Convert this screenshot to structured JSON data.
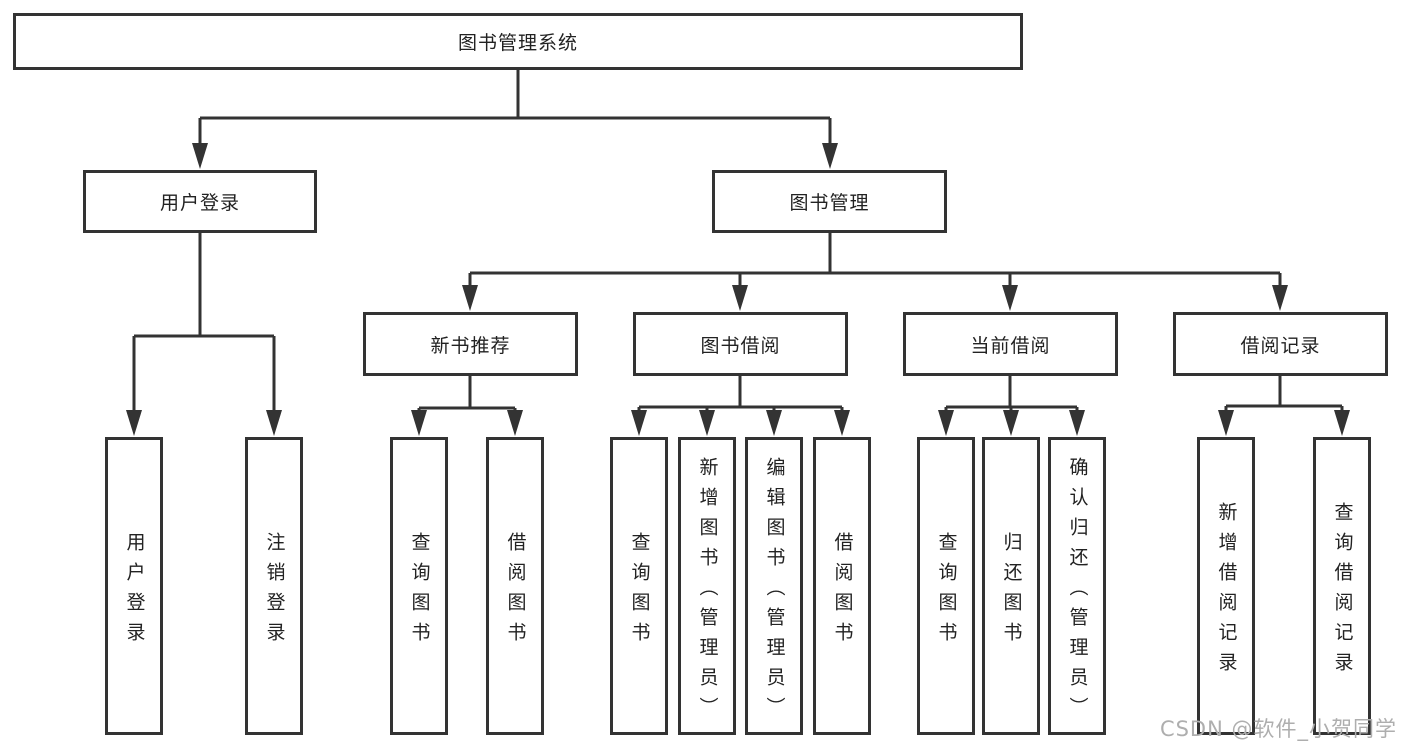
{
  "colors": {
    "line": "#333333",
    "text": "#222222",
    "watermark": "#aeaeae",
    "background": "#ffffff"
  },
  "watermark": {
    "text": "CSDN @软件_小贺同学"
  },
  "tree": {
    "label": "图书管理系统",
    "children": [
      {
        "label": "用户登录",
        "children": [
          {
            "label": "用户登录"
          },
          {
            "label": "注销登录"
          }
        ]
      },
      {
        "label": "图书管理",
        "children": [
          {
            "label": "新书推荐",
            "children": [
              {
                "label": "查询图书"
              },
              {
                "label": "借阅图书"
              }
            ]
          },
          {
            "label": "图书借阅",
            "children": [
              {
                "label": "查询图书"
              },
              {
                "label": "新增图书（管理员）"
              },
              {
                "label": "编辑图书（管理员）"
              },
              {
                "label": "借阅图书"
              }
            ]
          },
          {
            "label": "当前借阅",
            "children": [
              {
                "label": "查询图书"
              },
              {
                "label": "归还图书"
              },
              {
                "label": "确认归还（管理员）"
              }
            ]
          },
          {
            "label": "借阅记录",
            "children": [
              {
                "label": "新增借阅记录"
              },
              {
                "label": "查询借阅记录"
              }
            ]
          }
        ]
      }
    ]
  }
}
